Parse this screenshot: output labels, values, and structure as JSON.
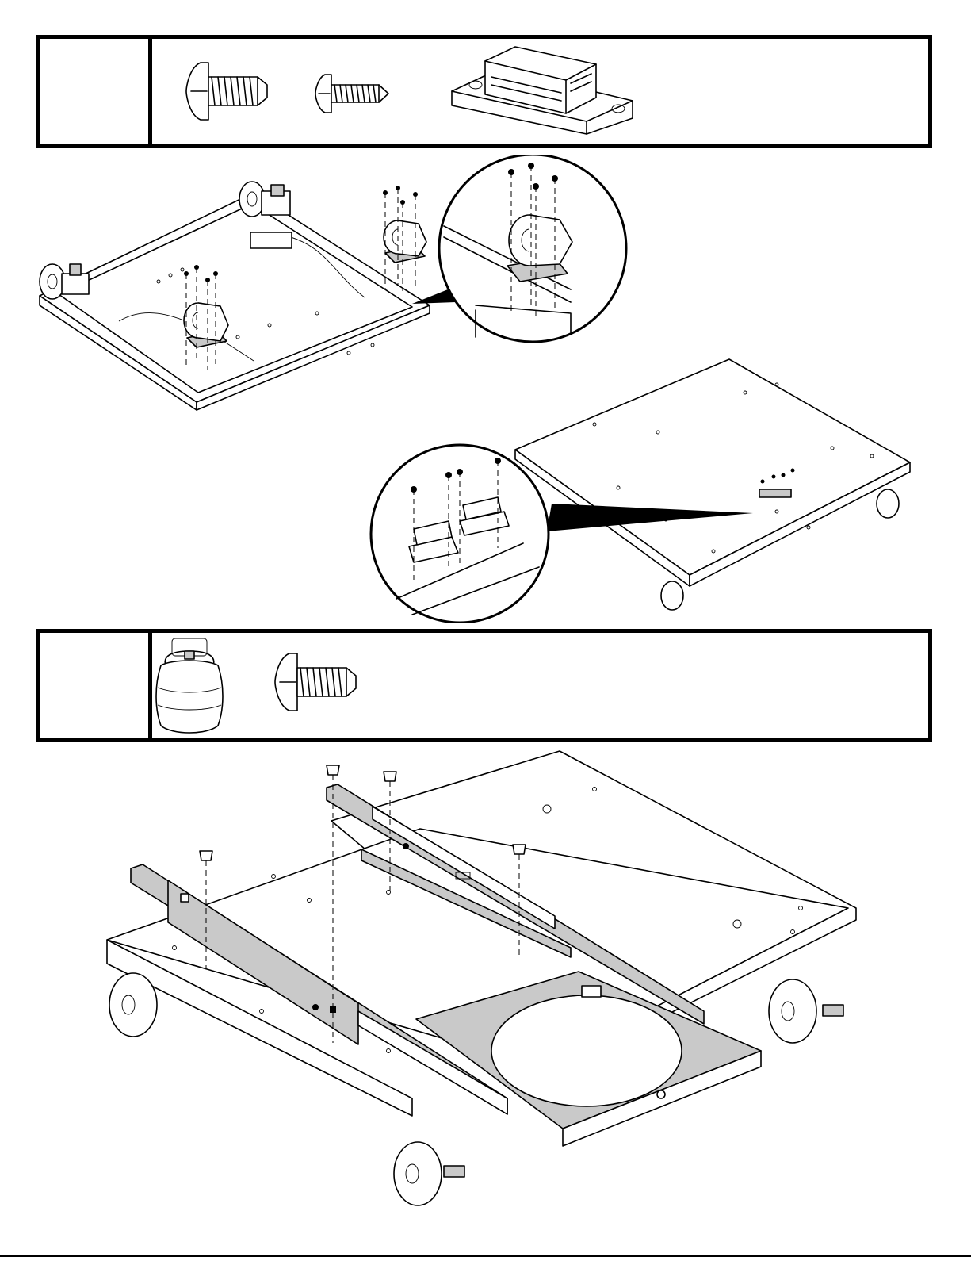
{
  "panel_1": {
    "parts": [
      {
        "name": "pan-head-screw-large",
        "icon": "screw-icon"
      },
      {
        "name": "pan-head-screw-small",
        "icon": "screw-icon"
      },
      {
        "name": "magnetic-catch",
        "icon": "magnet-catch-icon"
      }
    ],
    "step_label": ""
  },
  "scene_1": {
    "items": [
      "cart-base-frame",
      "caster-wheel",
      "caster-detail-callout",
      "magnetic-catch-detail-callout",
      "cart-top-panel"
    ]
  },
  "panel_2": {
    "parts": [
      {
        "name": "propane-tank",
        "icon": "propane-tank-icon"
      },
      {
        "name": "pan-head-screw-large",
        "icon": "screw-icon"
      }
    ],
    "step_label": ""
  },
  "scene_2": {
    "items": [
      "drawer-slide-left",
      "drawer-slide-right",
      "tank-tray",
      "cart-assembly"
    ]
  },
  "colors": {
    "line": "#000000",
    "fill_gray": "#c9c9c9",
    "background": "#ffffff"
  }
}
